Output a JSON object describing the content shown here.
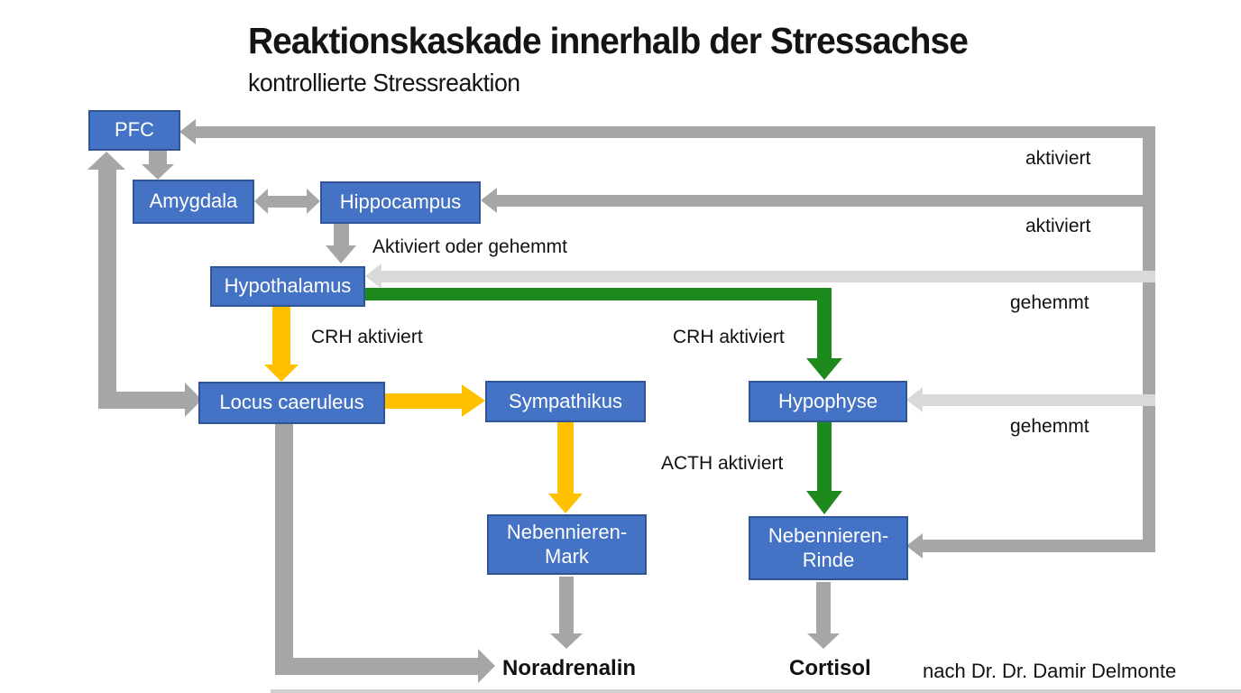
{
  "title": "Reaktionskaskade innerhalb der Stressachse",
  "subtitle": "kontrollierte Stressreaktion",
  "attribution": "nach Dr. Dr. Damir Delmonte",
  "nodes": {
    "pfc": {
      "label": "PFC"
    },
    "amygdala": {
      "label": "Amygdala"
    },
    "hippocampus": {
      "label": "Hippocampus"
    },
    "hypothalamus": {
      "label": "Hypothalamus"
    },
    "locus_caeruleus": {
      "label": "Locus caeruleus"
    },
    "sympathikus": {
      "label": "Sympathikus"
    },
    "hypophyse": {
      "label": "Hypophyse"
    },
    "nebennieren_mark": {
      "line1": "Nebennieren-",
      "line2": "Mark"
    },
    "nebennieren_rinde": {
      "line1": "Nebennieren-",
      "line2": "Rinde"
    }
  },
  "labels": {
    "aktiviert_oder_gehemmt": "Aktiviert oder gehemmt",
    "crh_aktiviert_left": "CRH aktiviert",
    "crh_aktiviert_right": "CRH aktiviert",
    "acth_aktiviert": "ACTH aktiviert",
    "feedback_aktiviert_1": "aktiviert",
    "feedback_aktiviert_2": "aktiviert",
    "feedback_gehemmt_1": "gehemmt",
    "feedback_gehemmt_2": "gehemmt",
    "noradrenalin": "Noradrenalin",
    "cortisol": "Cortisol"
  },
  "colors": {
    "node_fill": "#4472C4",
    "node_border": "#2F5597",
    "arrow_gray": "#A6A6A6",
    "arrow_light_gray": "#D9D9D9",
    "arrow_yellow": "#FFC000",
    "arrow_green": "#1E8A1E"
  }
}
